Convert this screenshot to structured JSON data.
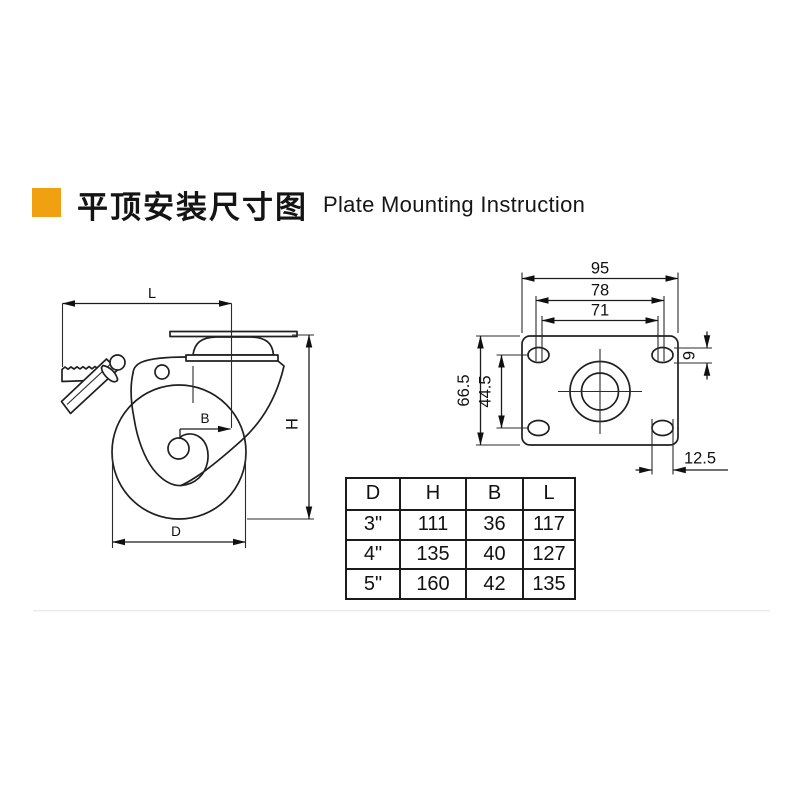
{
  "page": {
    "background": "#ffffff",
    "divider_color": "#ebebeb"
  },
  "header": {
    "accent_color": "#F0A010",
    "title_zh": "平顶安装尺寸图",
    "title_en": "Plate Mounting Instruction"
  },
  "side_view": {
    "dim_length": "L",
    "dim_height": "H",
    "dim_offset": "B",
    "dim_diameter": "D"
  },
  "plate_view": {
    "dim_plate_width": "95",
    "dim_bolt_span_outer": "78",
    "dim_bolt_span_inner": "71",
    "dim_plate_depth": "66.5",
    "dim_bolt_span_vertical": "44.5",
    "dim_slot_height": "9",
    "dim_slot_width": "12.5"
  },
  "spec_table": {
    "columns": [
      "D",
      "H",
      "B",
      "L"
    ],
    "rows": [
      [
        "3\"",
        "111",
        "36",
        "117"
      ],
      [
        "4\"",
        "135",
        "40",
        "127"
      ],
      [
        "5\"",
        "160",
        "42",
        "135"
      ]
    ]
  }
}
